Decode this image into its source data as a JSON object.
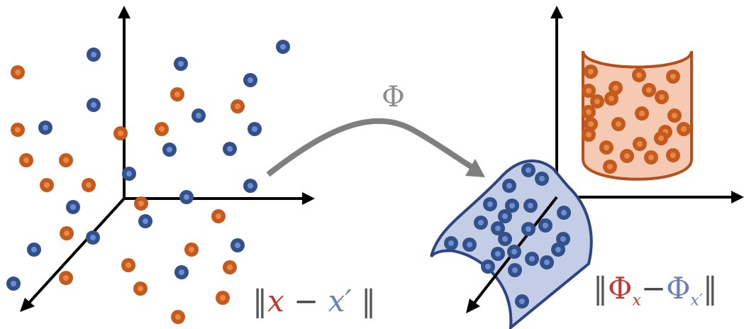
{
  "diagram": {
    "mapping_label": "Φ",
    "left_norm": {
      "open": "‖",
      "x": "x",
      "minus": " − ",
      "x_prime": "x′",
      "close": " ‖"
    },
    "right_norm": {
      "open": "‖",
      "phi_x": "Φ",
      "phi_x_sub": "x",
      "minus": "−",
      "phi_xp": "Φ",
      "phi_xp_sub": "x′",
      "close": "‖"
    },
    "colors": {
      "orange_point": "#c45a1e",
      "orange_core": "#e88a45",
      "blue_point": "#34508a",
      "blue_core": "#6a8fd4",
      "axis": "#000000",
      "arrow": "#7f7f7f",
      "orange_cylinder_fill": "#f6c9b3",
      "orange_cylinder_stroke": "#b5501c",
      "blue_surface_fill": "#c3cde6",
      "blue_surface_stroke": "#2d4680"
    }
  }
}
